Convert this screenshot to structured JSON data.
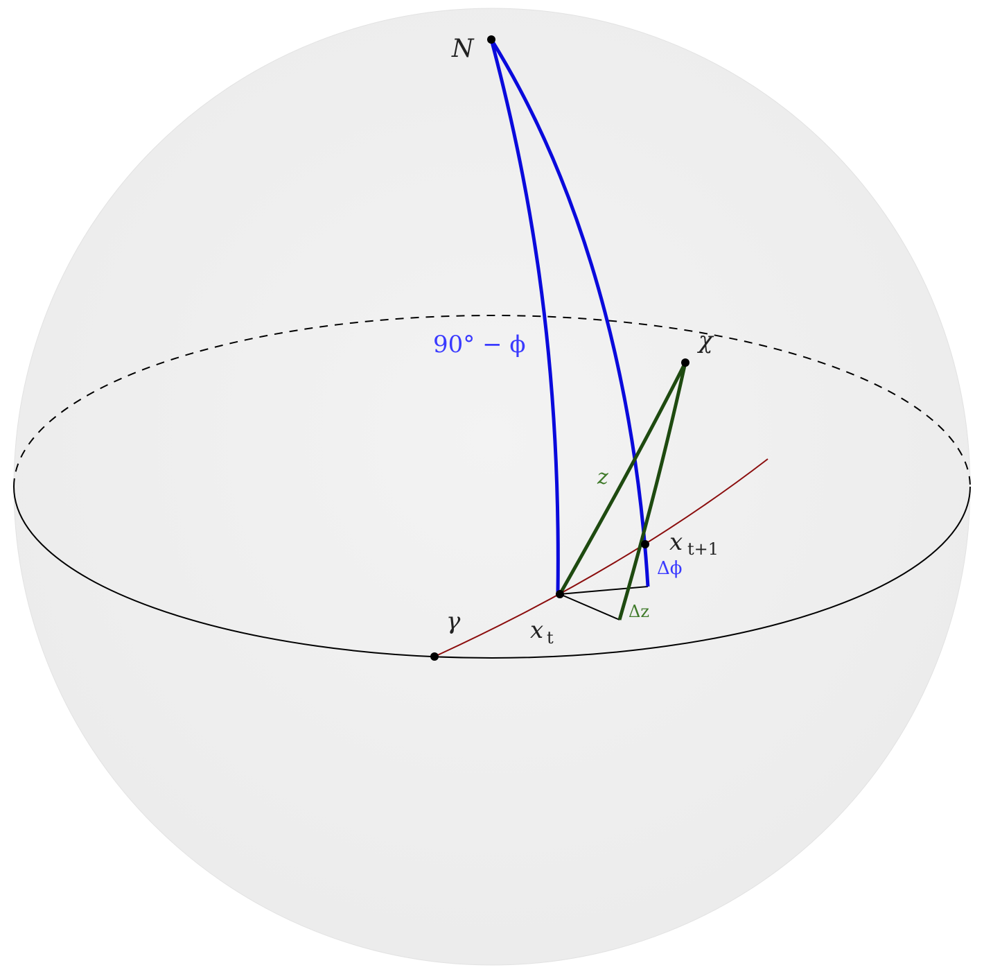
{
  "labels": {
    "north": "N",
    "colatitude": "90° − ϕ",
    "star": "χ",
    "zenith_distance": "z",
    "x_next_base": "x",
    "x_next_sub": "t+1",
    "delta_phi": "Δϕ",
    "delta_z": "Δz",
    "gamma": "γ",
    "x_t_base": "x",
    "x_t_sub": "t"
  },
  "colors": {
    "sphere_fill": "#efefef",
    "equator": "#000000",
    "meridian": "#0a0adc",
    "meridian_label": "#3a3aff",
    "zenith_arc": "#1e4a10",
    "zenith_label": "#3f7a2a",
    "trajectory": "#8b0d0d",
    "text": "#222222"
  }
}
